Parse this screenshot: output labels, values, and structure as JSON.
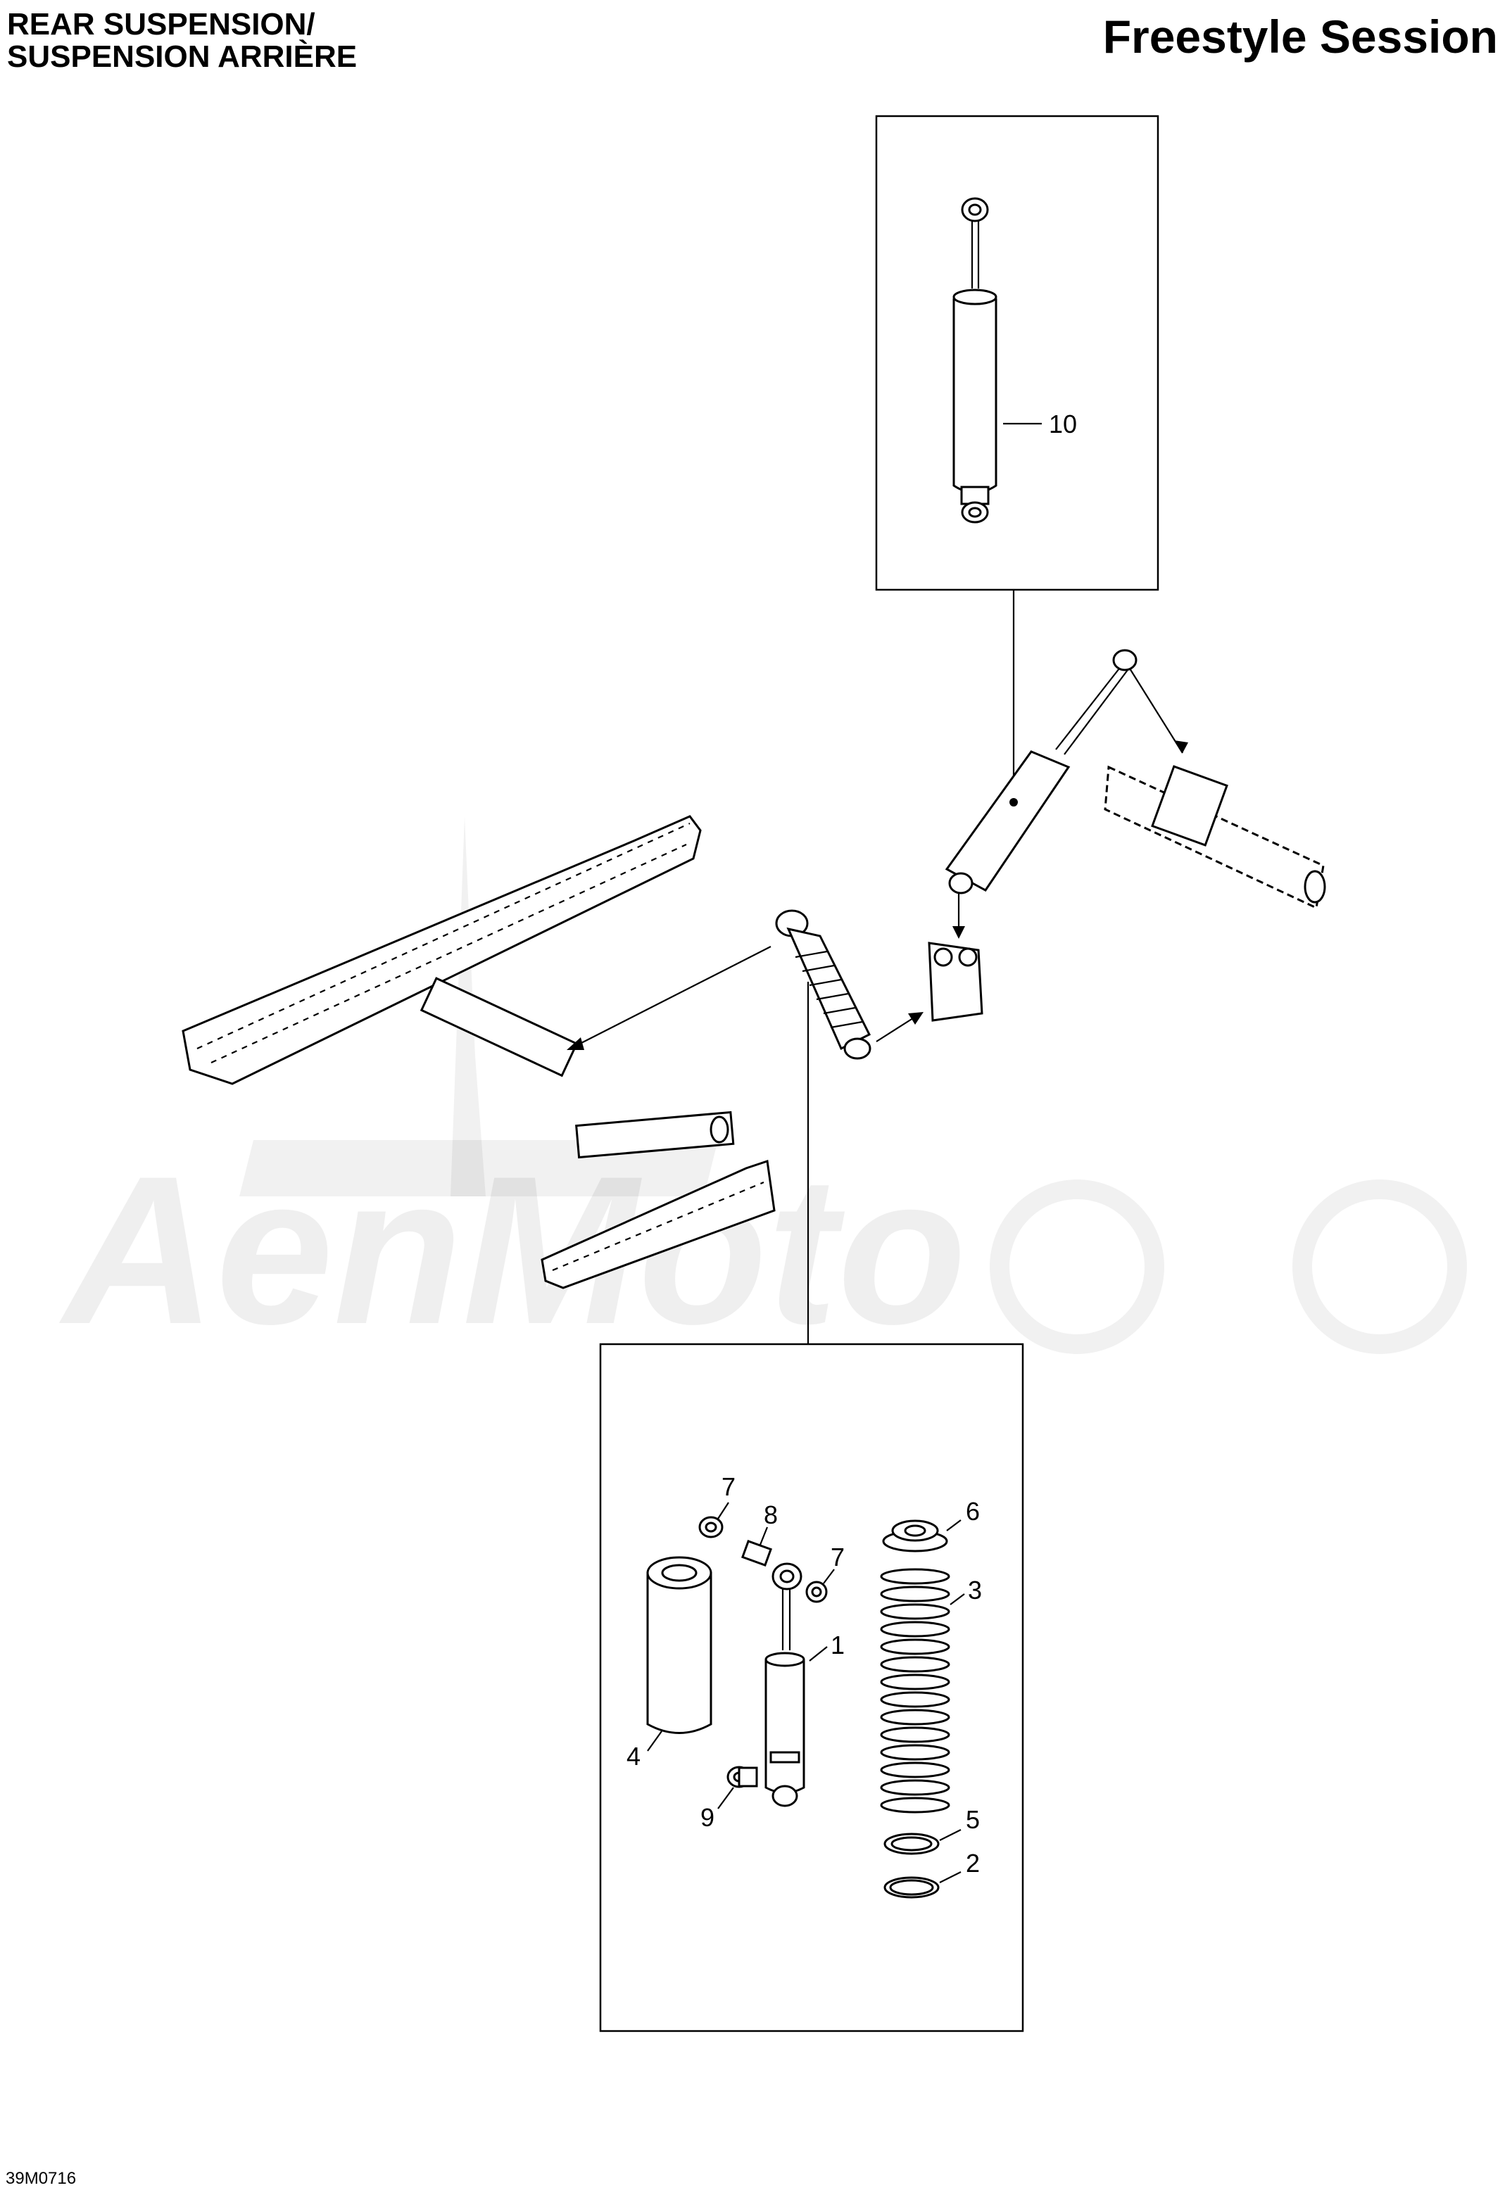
{
  "header": {
    "section_title_line1": "REAR SUSPENSION/",
    "section_title_line2": "SUSPENSION ARRIÈRE",
    "model": "Freestyle Session"
  },
  "figure_code": "39M0716",
  "callouts": {
    "c1": "1",
    "c2": "2",
    "c3": "3",
    "c4": "4",
    "c5": "5",
    "c6": "6",
    "c7a": "7",
    "c7b": "7",
    "c8": "8",
    "c9": "9",
    "c10": "10"
  },
  "watermark": "AenMoto"
}
